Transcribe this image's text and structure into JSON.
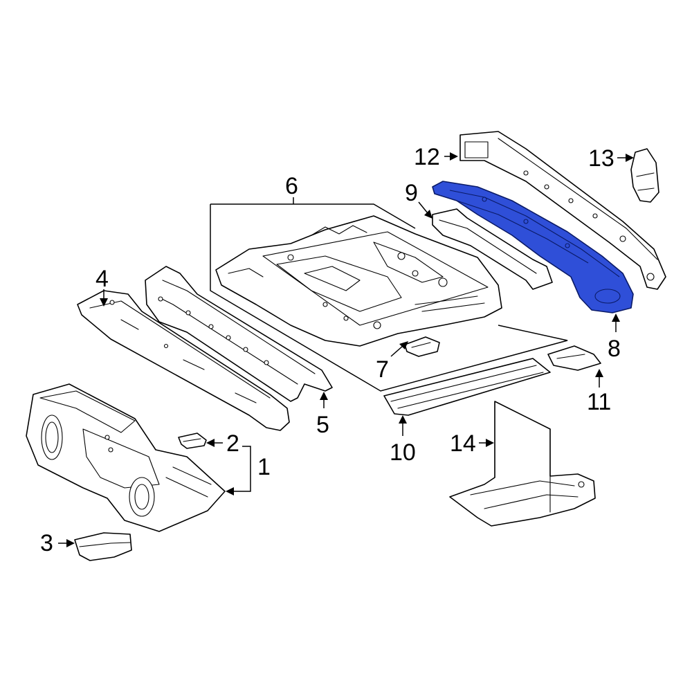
{
  "diagram": {
    "highlight_color": "#2f4fd8",
    "callouts": {
      "c1": "1",
      "c2": "2",
      "c3": "3",
      "c4": "4",
      "c5": "5",
      "c6": "6",
      "c7": "7",
      "c8": "8",
      "c9": "9",
      "c10": "10",
      "c11": "11",
      "c12": "12",
      "c13": "13",
      "c14": "14"
    }
  }
}
